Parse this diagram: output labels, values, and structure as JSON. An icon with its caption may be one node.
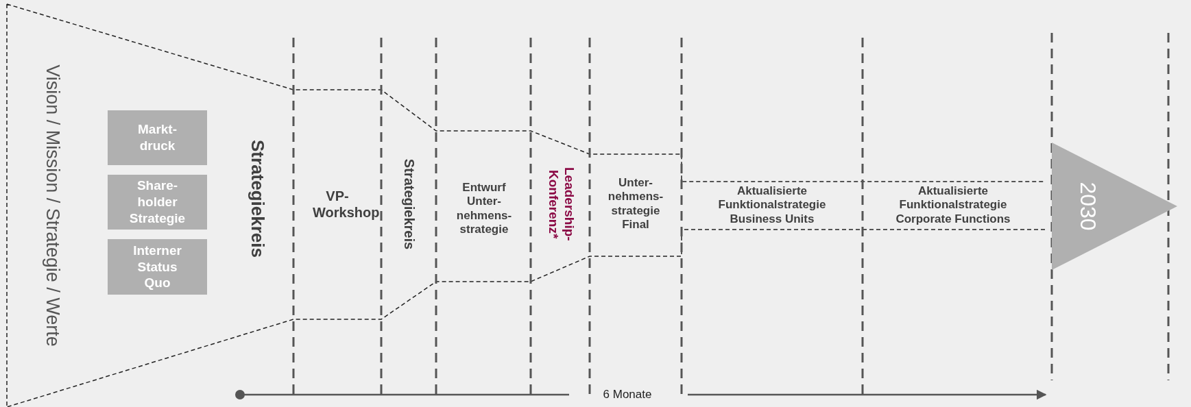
{
  "diagram": {
    "nodes": [
      {
        "text": [
          "Markt-druck"
        ]
      },
      {
        "text": [
          "Share-holder Strategie"
        ]
      },
      {
        "text": [
          "Interner Status Quo"
        ]
      },
      {
        "text": [
          "2030"
        ]
      }
    ],
    "labels": [
      "Vision / Mission / Strategie / Werte",
      "Strategiekreis",
      "VP-Workshop",
      "Strategiekreis",
      "Entwurf Unter-nehmens-strategie",
      "Leadership-Konferenz*",
      "Unter-nehmens-strategie Final",
      "Aktualisierte Funktionalstrategie Business Units",
      "Aktualisierte Funktionalstrategie Corporate Functions",
      "6 Monate"
    ]
  }
}
